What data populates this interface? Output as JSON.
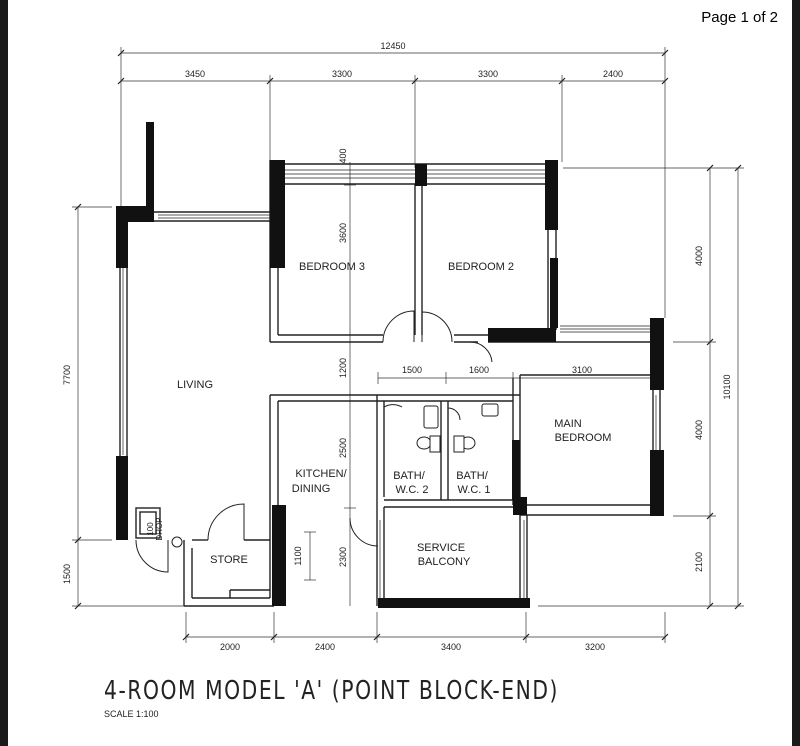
{
  "page_label": "Page 1 of 2",
  "title": "4-ROOM MODEL 'A' (POINT BLOCK-END)",
  "scale": "SCALE   1:100",
  "rooms": {
    "bedroom3": "BEDROOM 3",
    "bedroom2": "BEDROOM 2",
    "living": "LIVING",
    "main_bedroom_1": "MAIN",
    "main_bedroom_2": "BEDROOM",
    "kitchen_1": "KITCHEN/",
    "kitchen_2": "DINING",
    "bath2_1": "BATH/",
    "bath2_2": "W.C. 2",
    "bath1_1": "BATH/",
    "bath1_2": "W.C. 1",
    "service_1": "SERVICE",
    "service_2": "BALCONY",
    "store": "STORE",
    "refuse_chute": "DROP"
  },
  "dimensions": {
    "top_total": "12450",
    "top_1": "3450",
    "top_2": "3300",
    "top_3": "3300",
    "top_4": "2400",
    "bottom_1": "2000",
    "bottom_2": "2400",
    "bottom_3": "3400",
    "bottom_4": "3200",
    "left_1": "7700",
    "left_2": "1500",
    "right_total": "10100",
    "right_1": "4000",
    "right_2": "4000",
    "right_3": "2100",
    "inner_400": "400",
    "inner_3600": "3600",
    "inner_1200": "1200",
    "inner_2500": "2500",
    "inner_2300": "2300",
    "inner_1100": "1100",
    "inner_1500": "1500",
    "inner_1600": "1600",
    "inner_3100": "3100",
    "chute_100": "100"
  }
}
